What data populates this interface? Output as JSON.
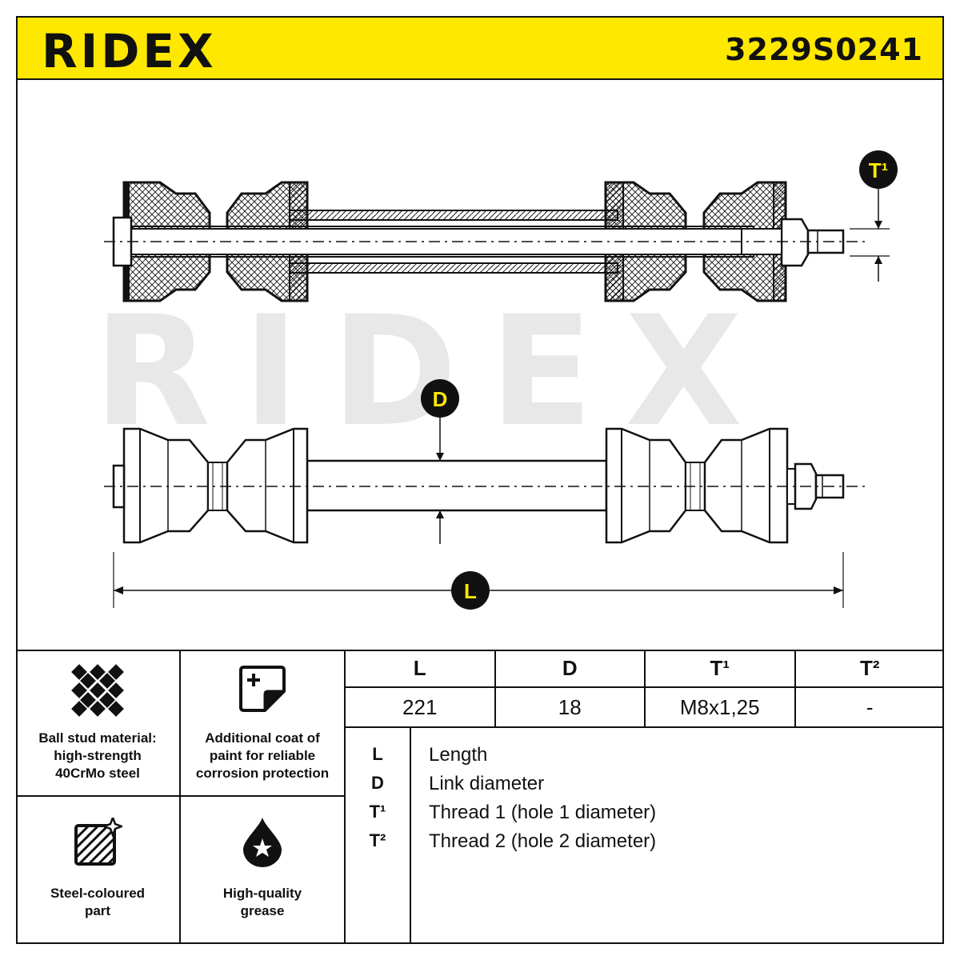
{
  "header": {
    "brand": "RIDEX",
    "part_number": "3229S0241"
  },
  "watermark": "RIDEX",
  "drawing": {
    "callouts": {
      "t1": "T¹",
      "d": "D",
      "l": "L"
    }
  },
  "features": [
    {
      "icon": "mesh-pattern-icon",
      "caption": [
        "Ball stud material:",
        "high-strength",
        "40CrMo steel"
      ]
    },
    {
      "icon": "paint-coat-icon",
      "caption": [
        "Additional coat of",
        "paint for reliable",
        "corrosion protection"
      ]
    },
    {
      "icon": "steel-hatch-icon",
      "caption": [
        "Steel-coloured",
        "part"
      ]
    },
    {
      "icon": "grease-drop-icon",
      "caption": [
        "High-quality",
        "grease"
      ]
    }
  ],
  "dimensions": {
    "headers": [
      "L",
      "D",
      "T¹",
      "T²"
    ],
    "values": [
      "221",
      "18",
      "M8x1,25",
      "-"
    ]
  },
  "legend": [
    {
      "key": "L",
      "label": "Length"
    },
    {
      "key": "D",
      "label": "Link diameter"
    },
    {
      "key": "T¹",
      "label": "Thread 1 (hole 1 diameter)"
    },
    {
      "key": "T²",
      "label": "Thread 2 (hole 2 diameter)"
    }
  ],
  "colors": {
    "accent": "#ffe800",
    "ink": "#111111",
    "watermark": "#e6e6e6"
  }
}
